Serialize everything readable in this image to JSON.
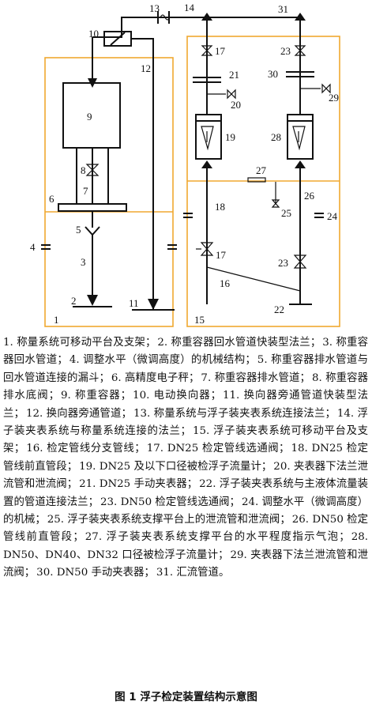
{
  "labels": {
    "l1": "1",
    "l2": "2",
    "l3": "3",
    "l4": "4",
    "l5": "5",
    "l6": "6",
    "l7": "7",
    "l8": "8",
    "l9": "9",
    "l10": "10",
    "l11": "11",
    "l12": "12",
    "l13": "13",
    "l14": "14",
    "l15": "15",
    "l16": "16",
    "l17a": "17",
    "l17b": "17",
    "l18": "18",
    "l19": "19",
    "l20": "20",
    "l21": "21",
    "l22": "22",
    "l23a": "23",
    "l23b": "23",
    "l24": "24",
    "l25": "25",
    "l26": "26",
    "l27": "27",
    "l28": "28",
    "l29": "29",
    "l30": "30",
    "l31": "31"
  },
  "legend": [
    "1. 称量系统可移动平台及支架；",
    "2. 称重容器回水管道快装型法兰；",
    "3. 称重容器回水管道；",
    "4. 调整水平（微调高度）的机械结构；",
    "5. 称重容器排水管道与回水管道连接的漏斗；",
    "6. 高精度电子秤；",
    "7. 称重容器排水管道；",
    "8. 称重容器排水底阀；",
    "9. 称重容器；",
    "10. 电动换向器；",
    "11. 换向器旁通管道快装型法兰；",
    "12. 换向器旁通管道；",
    "13. 称量系统与浮子装夹表系统连接法兰；",
    "14. 浮子装夹表系统与称量系统连接的法兰；",
    "15. 浮子装夹表系统可移动平台及支架；",
    "16. 检定管线分支管线；",
    "17. DN25 检定管线选通阀；",
    "18. DN25 检定管线前直管段；",
    "19. DN25 及以下口径被检浮子流量计；",
    "20. 夹表器下法兰泄流管和泄流阀；",
    "21. DN25 手动夹表器；",
    "22. 浮子装夹表系统与主液体流量装置的管道连接法兰；",
    "23. DN50 检定管线选通阀；",
    "24. 调整水平（微调高度）的机械；",
    "25. 浮子装夹表系统支撑平台上的泄流管和泄流阀；",
    "26. DN50 检定管线前直管段；",
    "27. 浮子装夹表系统支撑平台的水平程度指示气泡；",
    "28. DN50、DN40、DN32 口径被检浮子流量计；",
    "29. 夹表器下法兰泄流管和泄流阀；",
    "30. DN50 手动夹表器；",
    "31. 汇流管道。"
  ],
  "caption": "图 1    浮子检定装置结构示意图",
  "colors": {
    "frame": "#f0a830",
    "line": "#111111"
  }
}
